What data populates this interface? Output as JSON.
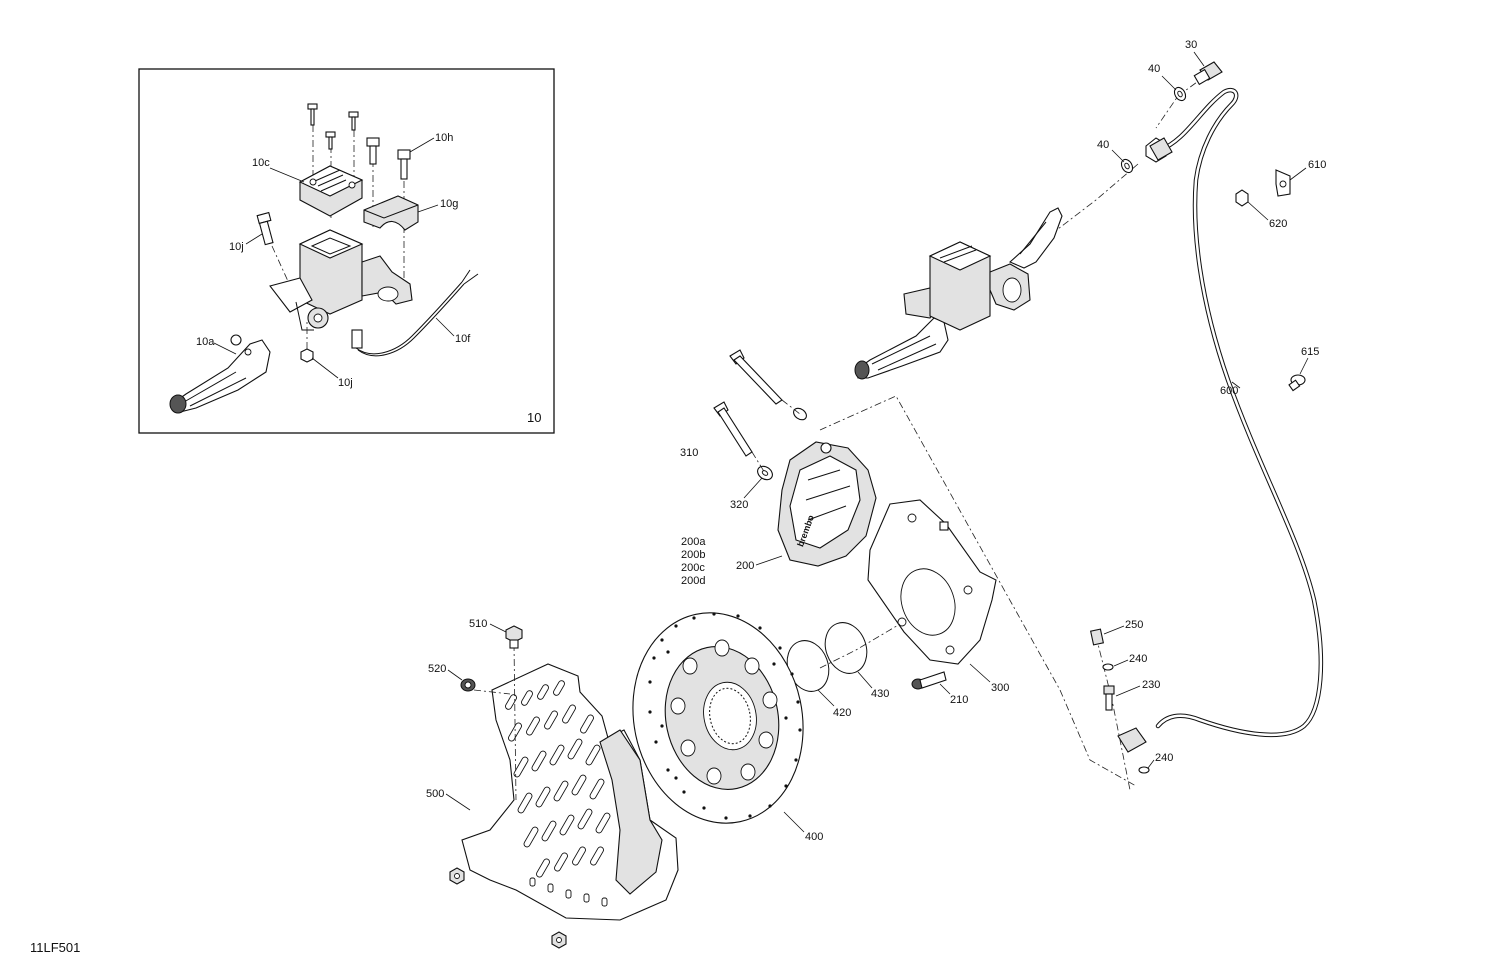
{
  "diagram_code": "11LF501",
  "inset": {
    "number": "10"
  },
  "callouts": [
    {
      "id": "30",
      "text": "30"
    },
    {
      "id": "40a",
      "text": "40"
    },
    {
      "id": "40b",
      "text": "40"
    },
    {
      "id": "610",
      "text": "610"
    },
    {
      "id": "620",
      "text": "620"
    },
    {
      "id": "615",
      "text": "615"
    },
    {
      "id": "600",
      "text": "600"
    },
    {
      "id": "310",
      "text": "310"
    },
    {
      "id": "320",
      "text": "320"
    },
    {
      "id": "200a",
      "text": "200a"
    },
    {
      "id": "200b",
      "text": "200b"
    },
    {
      "id": "200c",
      "text": "200c"
    },
    {
      "id": "200d",
      "text": "200d"
    },
    {
      "id": "200",
      "text": "200"
    },
    {
      "id": "510",
      "text": "510"
    },
    {
      "id": "520",
      "text": "520"
    },
    {
      "id": "500",
      "text": "500"
    },
    {
      "id": "400",
      "text": "400"
    },
    {
      "id": "420",
      "text": "420"
    },
    {
      "id": "430",
      "text": "430"
    },
    {
      "id": "210",
      "text": "210"
    },
    {
      "id": "300",
      "text": "300"
    },
    {
      "id": "250",
      "text": "250"
    },
    {
      "id": "240a",
      "text": "240"
    },
    {
      "id": "230",
      "text": "230"
    },
    {
      "id": "240b",
      "text": "240"
    },
    {
      "id": "10h",
      "text": "10h"
    },
    {
      "id": "10c",
      "text": "10c"
    },
    {
      "id": "10g",
      "text": "10g"
    },
    {
      "id": "10j_top",
      "text": "10j"
    },
    {
      "id": "10f",
      "text": "10f"
    },
    {
      "id": "10a",
      "text": "10a"
    },
    {
      "id": "10j_bottom",
      "text": "10j"
    }
  ]
}
